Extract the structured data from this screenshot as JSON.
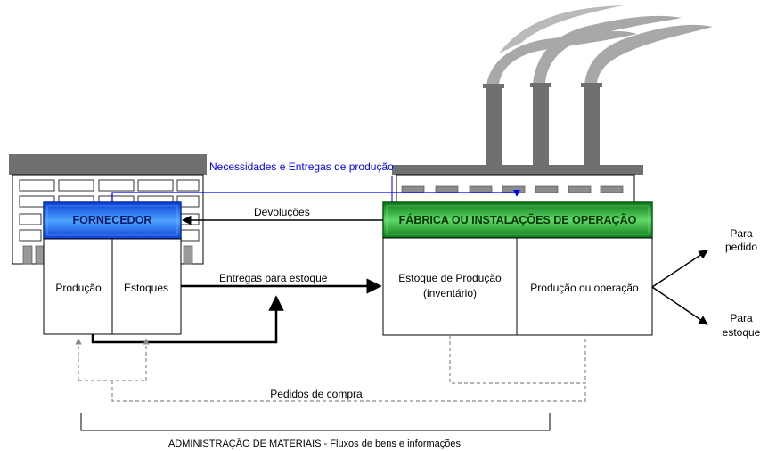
{
  "labels": {
    "necessidades": "Necessidades e Entregas de produção",
    "fornecedor": "FORNECEDOR",
    "fabrica": "FÁBRICA OU INSTALAÇÕES DE OPERAÇÃO",
    "devolucoes": "Devoluções",
    "entregas": "Entregas para estoque",
    "producao": "Produção",
    "estoques": "Estoques",
    "estoque_producao_1": "Estoque de Produção",
    "estoque_producao_2": "(inventário)",
    "producao_operacao": "Produção ou operação",
    "para_pedido_1": "Para",
    "para_pedido_2": "pedido",
    "para_estoque_1": "Para",
    "para_estoque_2": "estoque",
    "pedidos": "Pedidos de compra",
    "administracao": "ADMINISTRAÇÃO DE MATERIAIS - Fluxos de bens e informações"
  },
  "colors": {
    "blue_info_line": "#0000ff",
    "fornecedor_fill": "#1a6bff",
    "fabrica_fill": "#22a52a",
    "building_gray": "#707070",
    "smoke": "#a8a8a8",
    "dashed": "#8a8a8a"
  },
  "icons": [
    "smokestack-icon",
    "factory-building-icon",
    "supplier-building-icon"
  ]
}
